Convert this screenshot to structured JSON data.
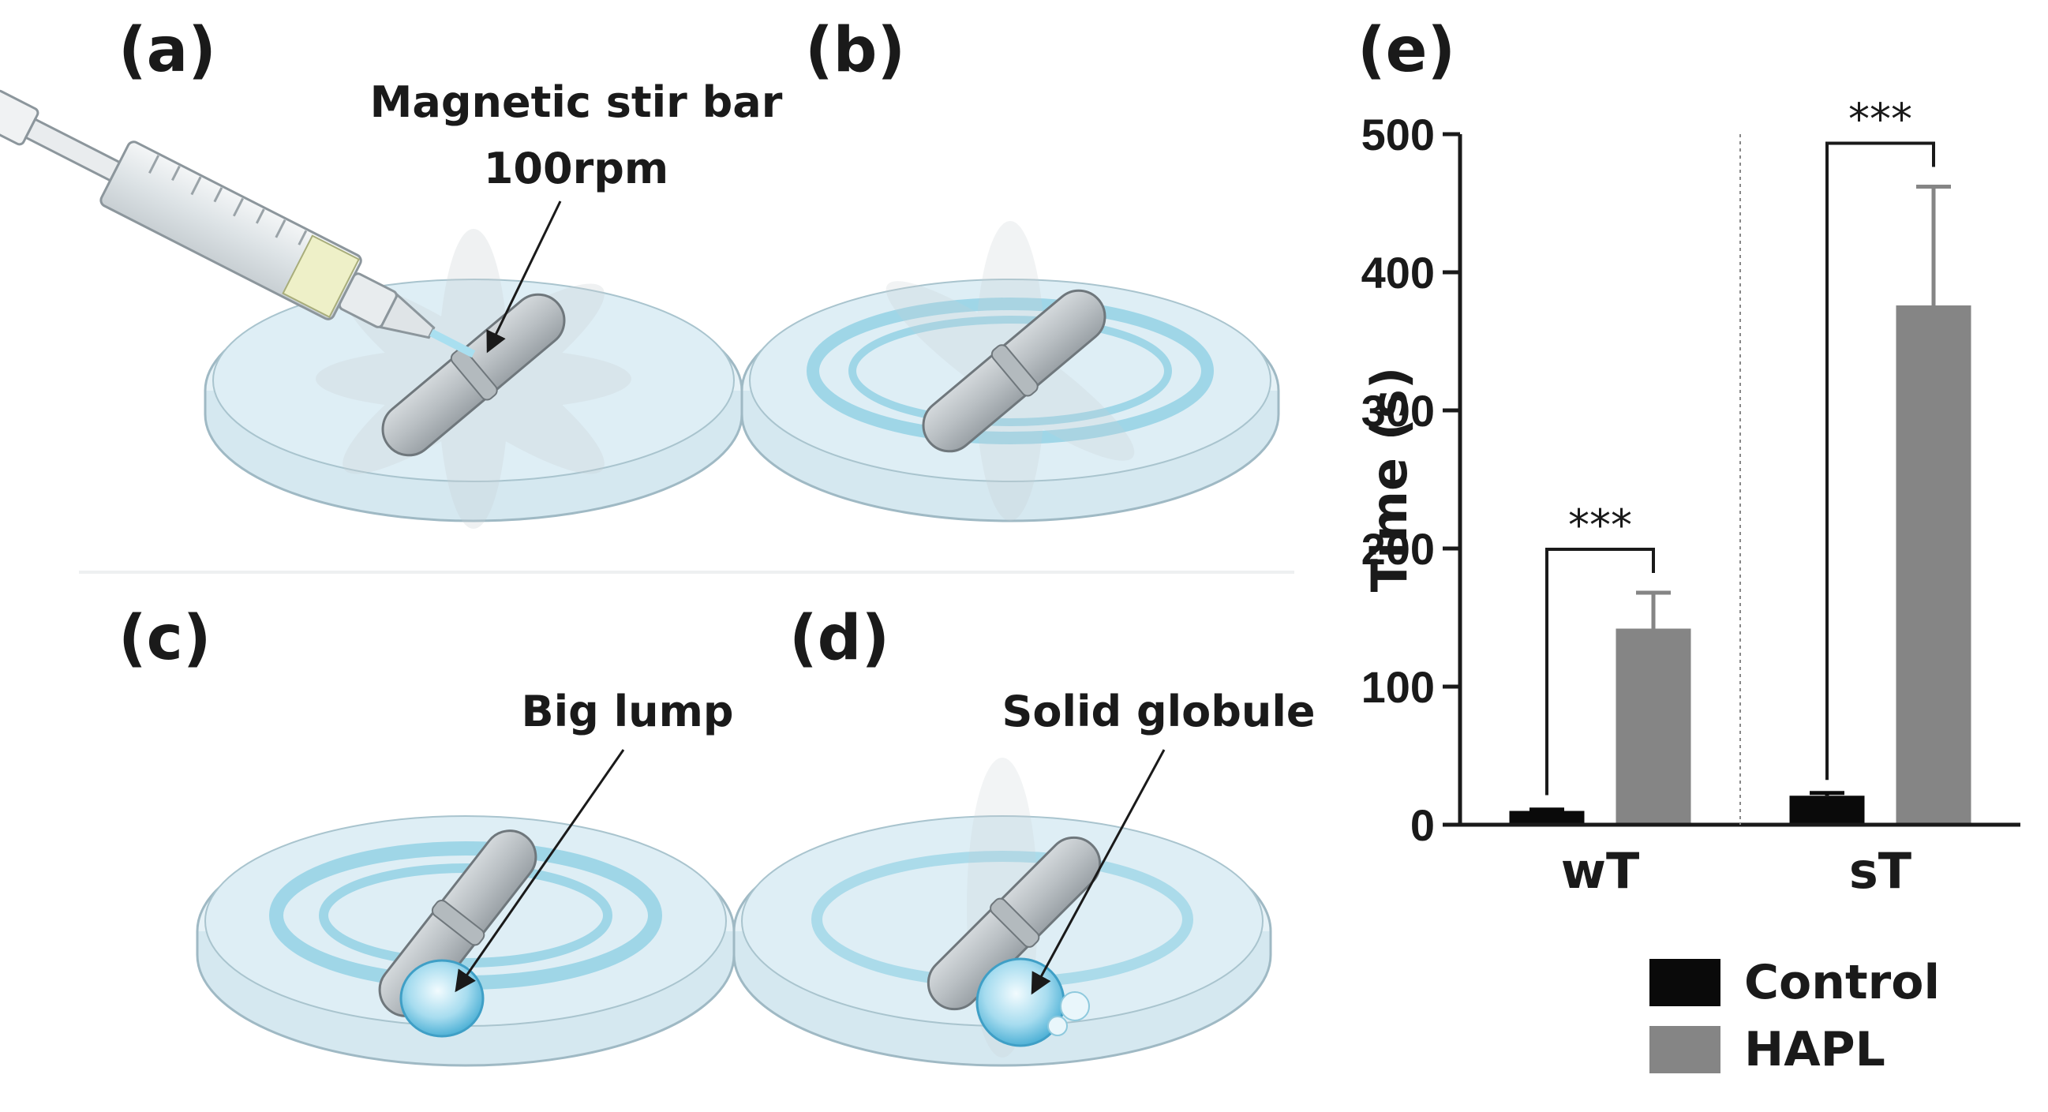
{
  "panels": {
    "a": {
      "label": "(a)",
      "annotation_line1": "Magnetic stir bar",
      "annotation_line2": "100rpm"
    },
    "b": {
      "label": "(b)"
    },
    "c": {
      "label": "(c)",
      "annotation": "Big lump"
    },
    "d": {
      "label": "(d)",
      "annotation": "Solid globule"
    },
    "e": {
      "label": "(e)"
    }
  },
  "colors": {
    "control": "#0a0a0a",
    "hapl": "#858585",
    "dish": "#d9ecf3",
    "liquid": "#7fcbe0",
    "stir_bar": "#b8bec2"
  },
  "chart_data": {
    "type": "bar",
    "categories": [
      "wT",
      "sT"
    ],
    "series": [
      {
        "name": "Control",
        "values": [
          10,
          21
        ],
        "errors": [
          1,
          2
        ]
      },
      {
        "name": "HAPL",
        "values": [
          142,
          376
        ],
        "errors": [
          26,
          86
        ]
      }
    ],
    "ylabel": "Time (s)",
    "ylim": [
      0,
      500
    ],
    "yticks": [
      0,
      100,
      200,
      300,
      400,
      500
    ],
    "significance": [
      {
        "category": "wT",
        "text": "***"
      },
      {
        "category": "sT",
        "text": "***"
      }
    ],
    "legend_position": "bottom",
    "grid": false
  }
}
